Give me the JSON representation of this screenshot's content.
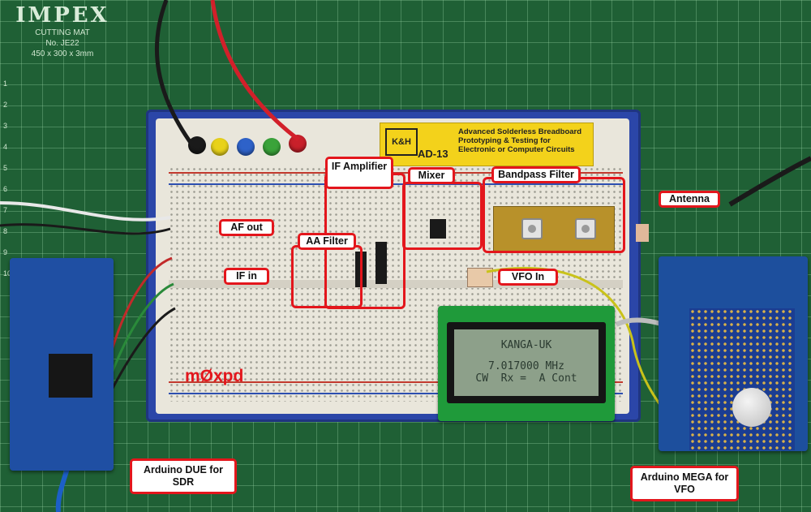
{
  "mat": {
    "brand": "IMPEX",
    "product": "CUTTING MAT",
    "model": "No. JE22",
    "size": "450 x 300 x 3mm",
    "ruler": [
      "1",
      "2",
      "3",
      "4",
      "5",
      "6",
      "7",
      "8",
      "9",
      "10"
    ]
  },
  "breadboard": {
    "logo": "K&H",
    "model": "AD-13",
    "description": "Advanced Solderless Breadboard Prototyping & Testing for Electronic or Computer Circuits"
  },
  "lcd": {
    "line1": "KANGA-UK",
    "line2": "7.017000 MHz",
    "line3": "CW  Rx =  A Cont"
  },
  "callsign": "mØxpd",
  "labels": {
    "if_amplifier": "IF Amplifier",
    "mixer": "Mixer",
    "bandpass_filter": "Bandpass Filter",
    "antenna": "Antenna",
    "af_out": "AF out",
    "aa_filter": "AA Filter",
    "if_in": "IF in",
    "vfo_in": "VFO In",
    "arduino_due": "Arduino DUE for SDR",
    "arduino_mega": "Arduino MEGA for VFO"
  },
  "colors": {
    "mat": "#1f6035",
    "annotation": "#e3161c",
    "breadboard_base": "#2b46a8",
    "lcd_pcb": "#1f9a3a"
  }
}
